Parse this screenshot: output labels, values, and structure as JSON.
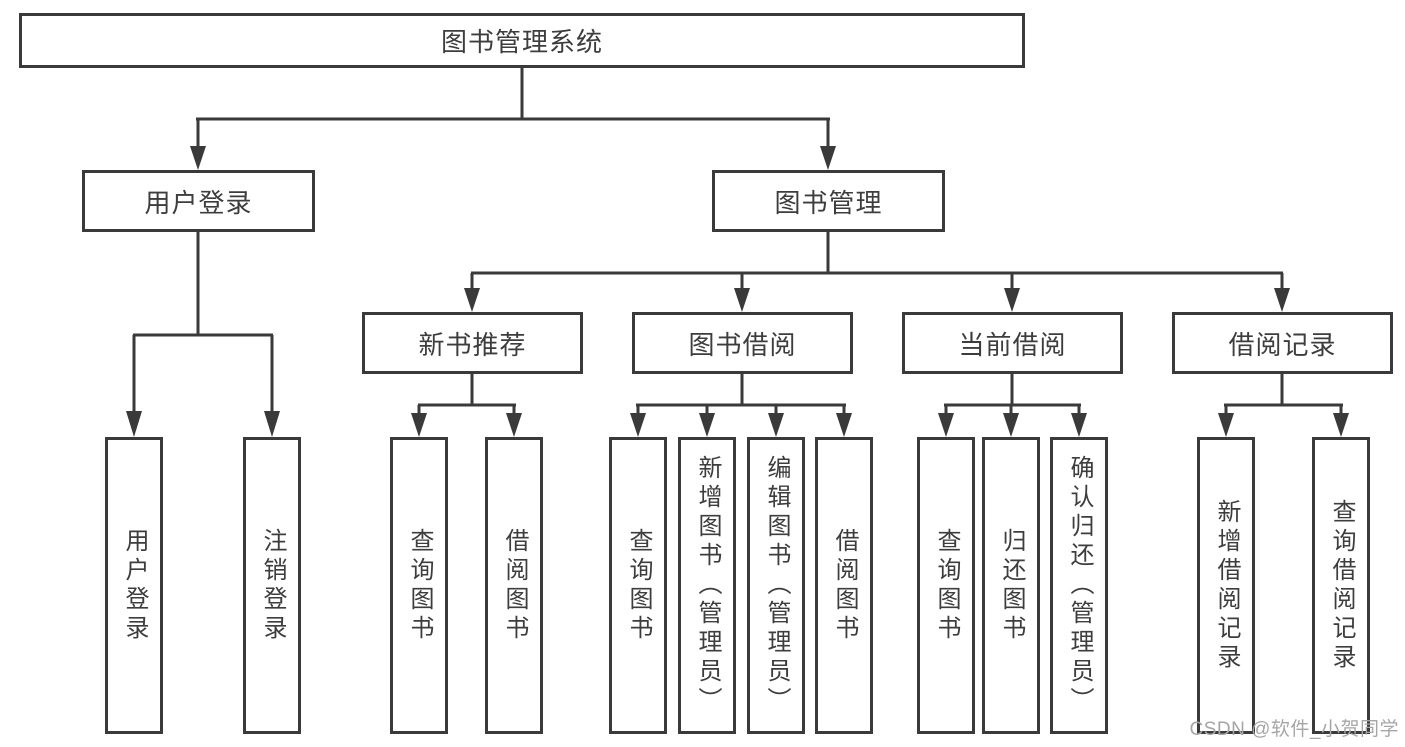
{
  "tree": {
    "root": {
      "label": "图书管理系统"
    },
    "branches": [
      {
        "label": "用户登录",
        "children": [
          "用户登录",
          "注销登录"
        ]
      },
      {
        "label": "图书管理",
        "sections": [
          {
            "label": "新书推荐",
            "children": [
              "查询图书",
              "借阅图书"
            ]
          },
          {
            "label": "图书借阅",
            "children": [
              "查询图书",
              "新增图书（管理员）",
              "编辑图书（管理员）",
              "借阅图书"
            ]
          },
          {
            "label": "当前借阅",
            "children": [
              "查询图书",
              "归还图书",
              "确认归还（管理员）"
            ]
          },
          {
            "label": "借阅记录",
            "children": [
              "新增借阅记录",
              "查询借阅记录"
            ]
          }
        ]
      }
    ]
  },
  "watermark": {
    "text": "CSDN @软件_小贺同学"
  },
  "colors": {
    "line": "#3a3a3a",
    "text": "#3d3d3d",
    "background": "#ffffff",
    "watermark": "#a6a6a6"
  }
}
